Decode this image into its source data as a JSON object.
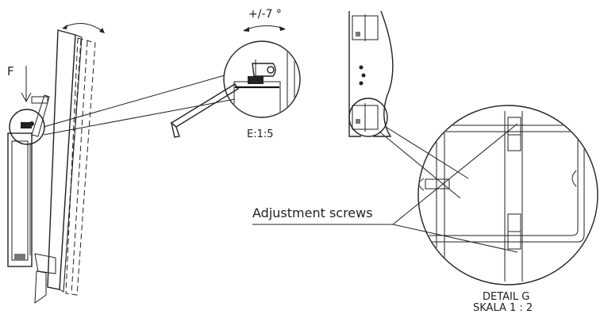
{
  "labels": {
    "force": "F",
    "tilt": "+/-7 °",
    "scale_e": "E:1:5",
    "adjustment": "Adjustment screws",
    "detail_title": "DETAIL G",
    "detail_scale": "SKALA 1 : 2"
  },
  "colors": {
    "line": "#222222",
    "background": "#ffffff"
  }
}
